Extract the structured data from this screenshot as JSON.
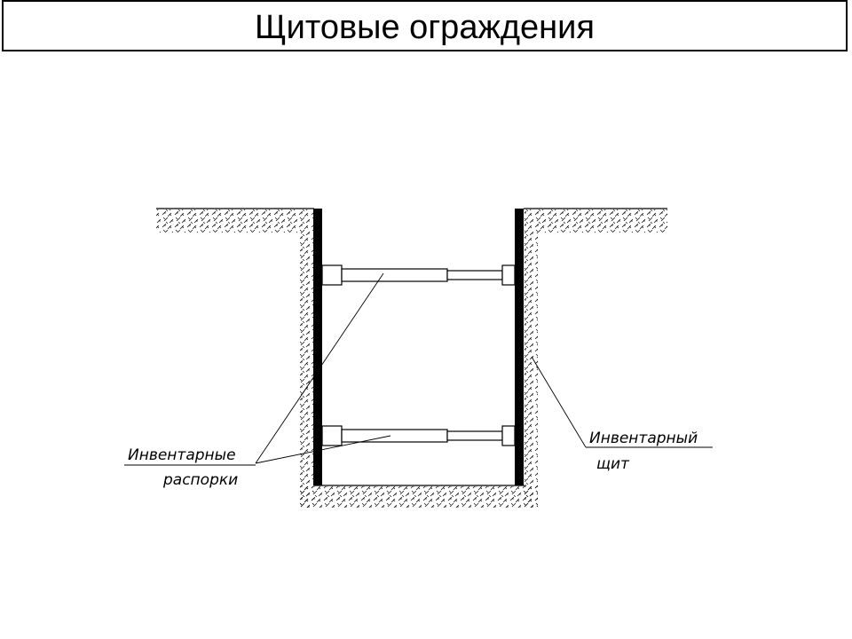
{
  "title": "Щитовые ограждения",
  "labels": {
    "struts_line1": "Инвентарные",
    "struts_line2": "распорки",
    "shield_line1": "Инвентарный",
    "shield_line2": "щит"
  }
}
